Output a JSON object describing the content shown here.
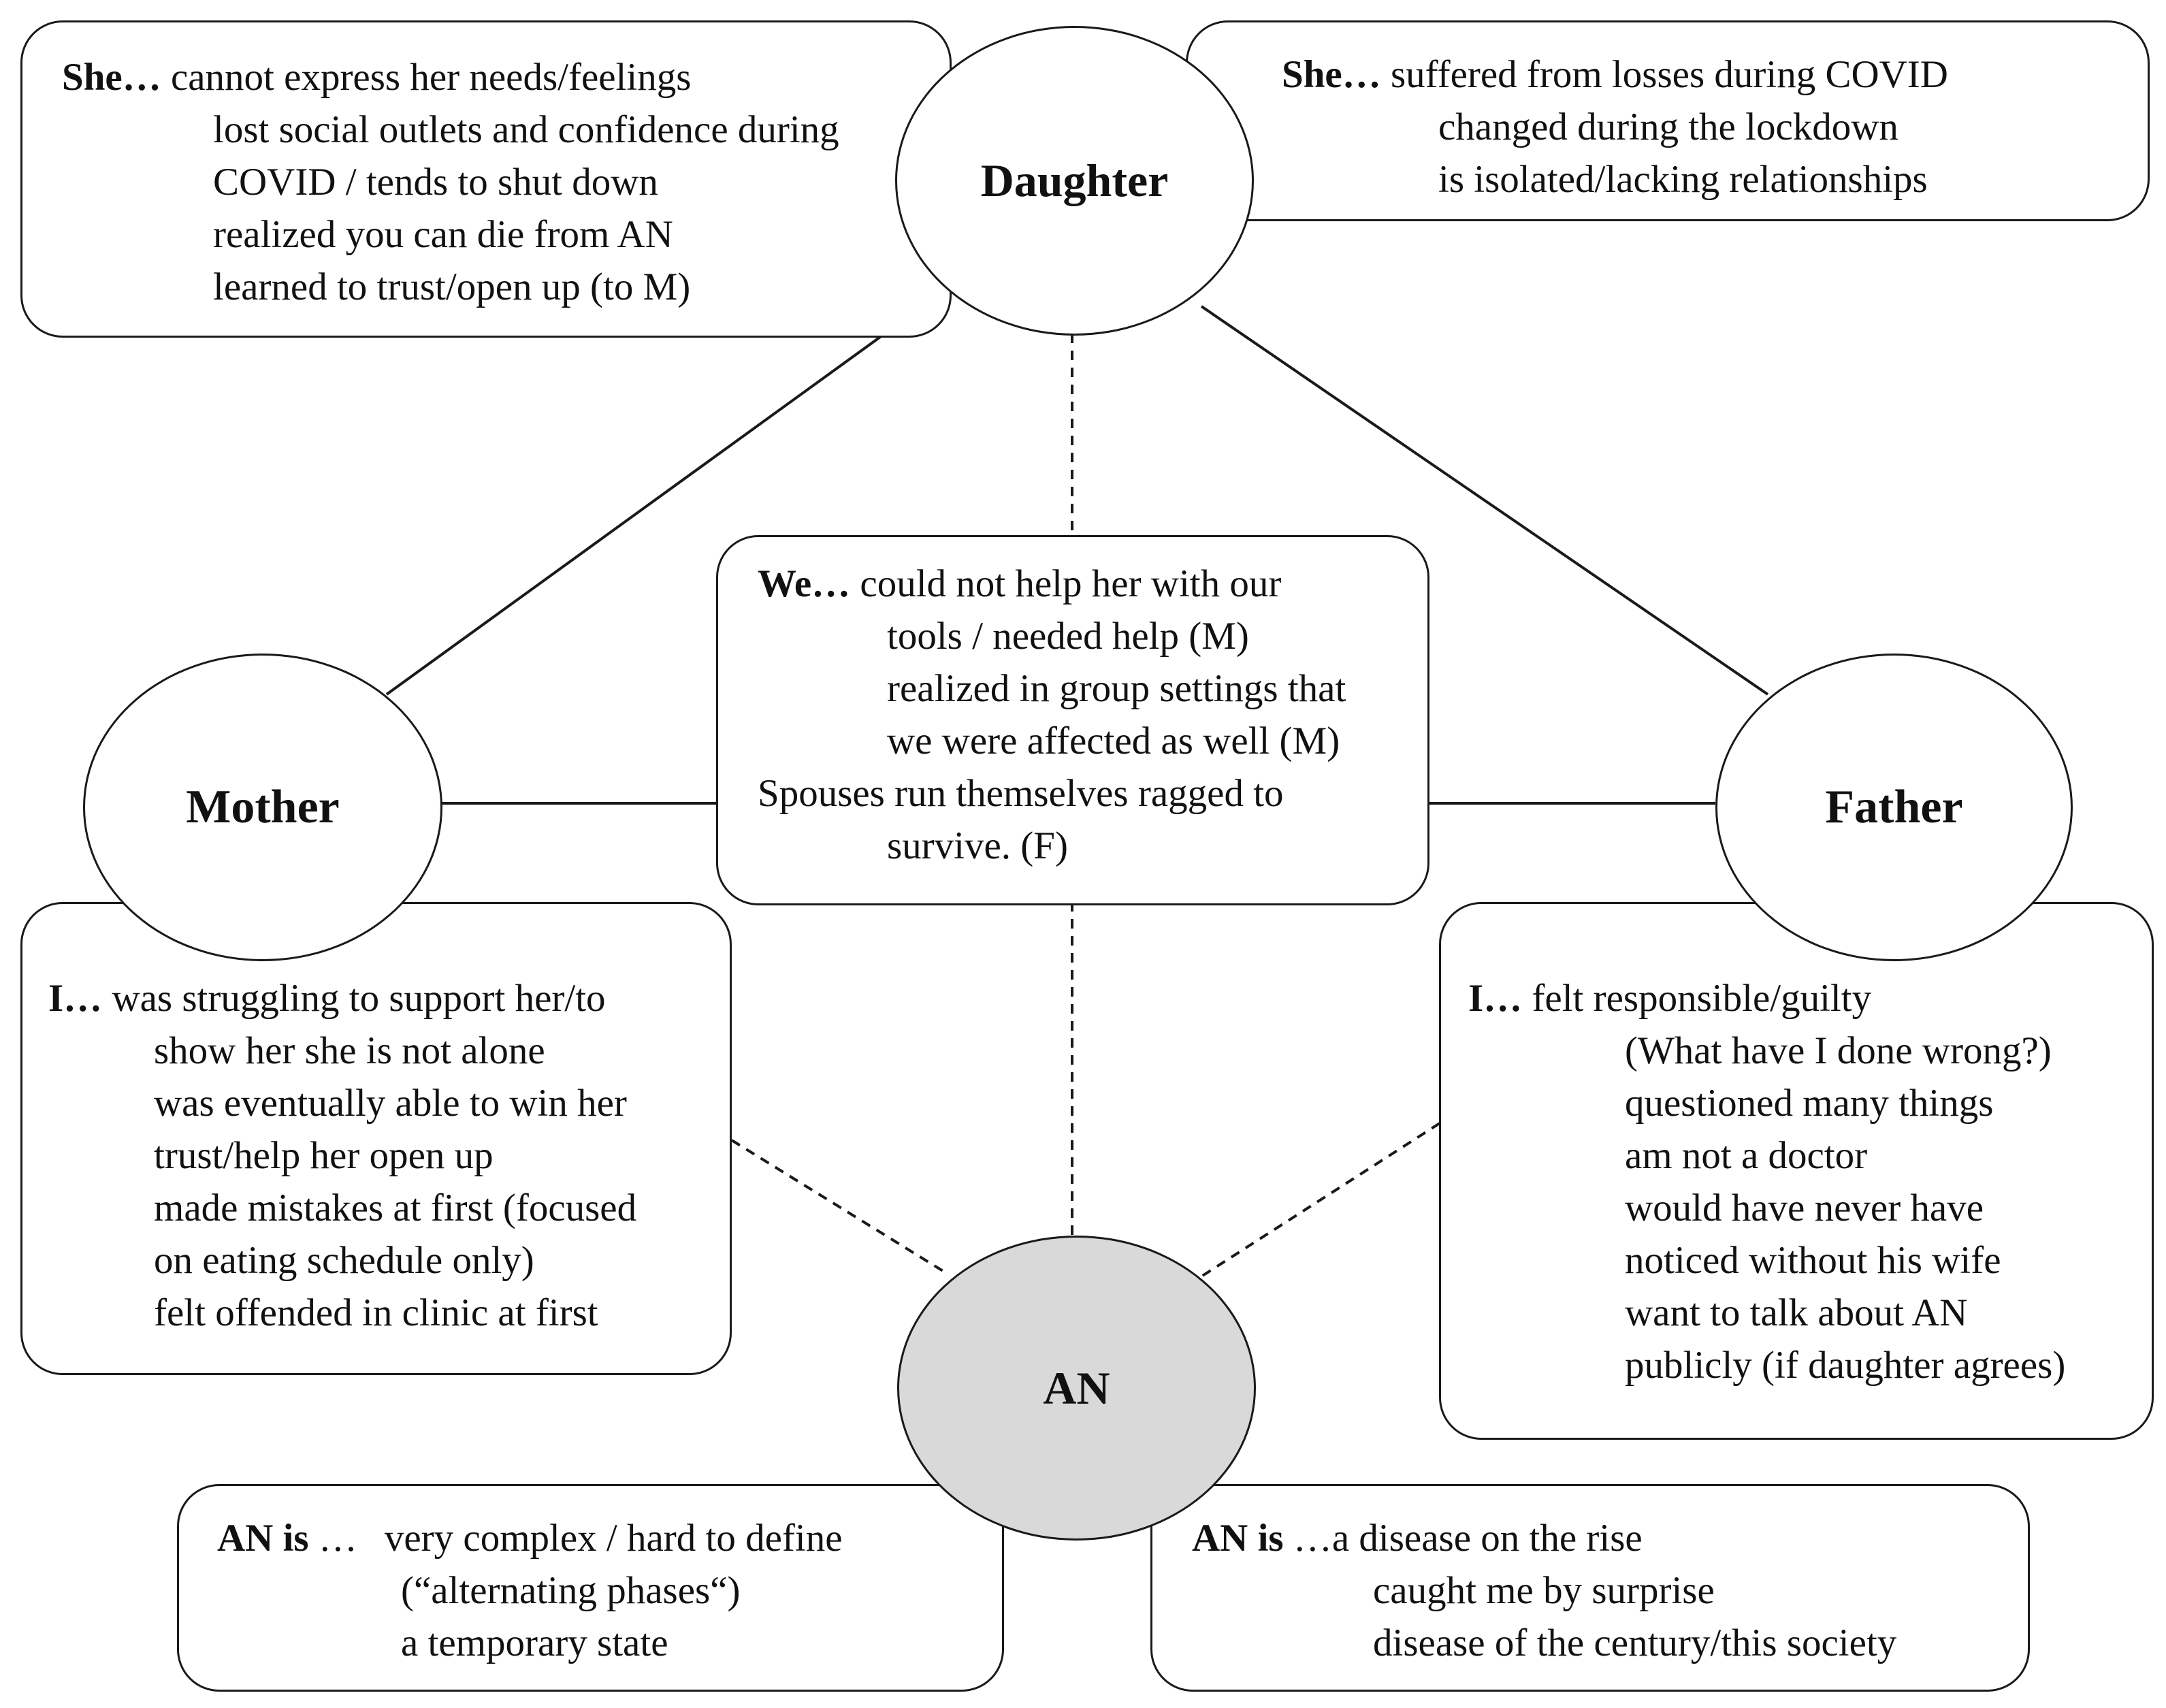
{
  "nodes": {
    "daughter": "Daughter",
    "mother": "Mother",
    "father": "Father",
    "an": "AN"
  },
  "boxes": {
    "daughter_left": {
      "lead": "She…",
      "lines": [
        "cannot express her needs/feelings",
        "lost social outlets and confidence during",
        "COVID / tends to shut down",
        "realized you can die from AN",
        "learned to trust/open up (to M)"
      ]
    },
    "daughter_right": {
      "lead": "She…",
      "lines": [
        "suffered from losses during COVID",
        "changed during the lockdown",
        "is isolated/lacking relationships"
      ]
    },
    "we": {
      "lead": "We…",
      "lines": [
        "could not help her with our",
        "tools / needed help (M)",
        "realized in group settings that",
        "we were affected as well (M)",
        "Spouses run themselves ragged to",
        "survive. (F)"
      ]
    },
    "mother": {
      "lead": "I…",
      "lines": [
        "was struggling to support her/to",
        "show her she is not alone",
        "was eventually able to win her",
        "trust/help her open up",
        "made mistakes at first (focused",
        "on eating schedule only)",
        "felt offended in clinic at first"
      ]
    },
    "father": {
      "lead": "I…",
      "lines": [
        "felt responsible/guilty",
        "(What have I done wrong?)",
        "questioned many things",
        "am not a doctor",
        "would have never have",
        "noticed without his wife",
        "want to talk about AN",
        "publicly (if daughter agrees)"
      ]
    },
    "an_left": {
      "lead": "AN is",
      "rest": " …",
      "lines": [
        "very complex / hard to define",
        "(“alternating phases“)",
        "a temporary state"
      ]
    },
    "an_right": {
      "lead": "AN is",
      "rest": " …a disease on the rise",
      "lines": [
        "caught me by surprise",
        "disease of the century/this society"
      ]
    }
  }
}
